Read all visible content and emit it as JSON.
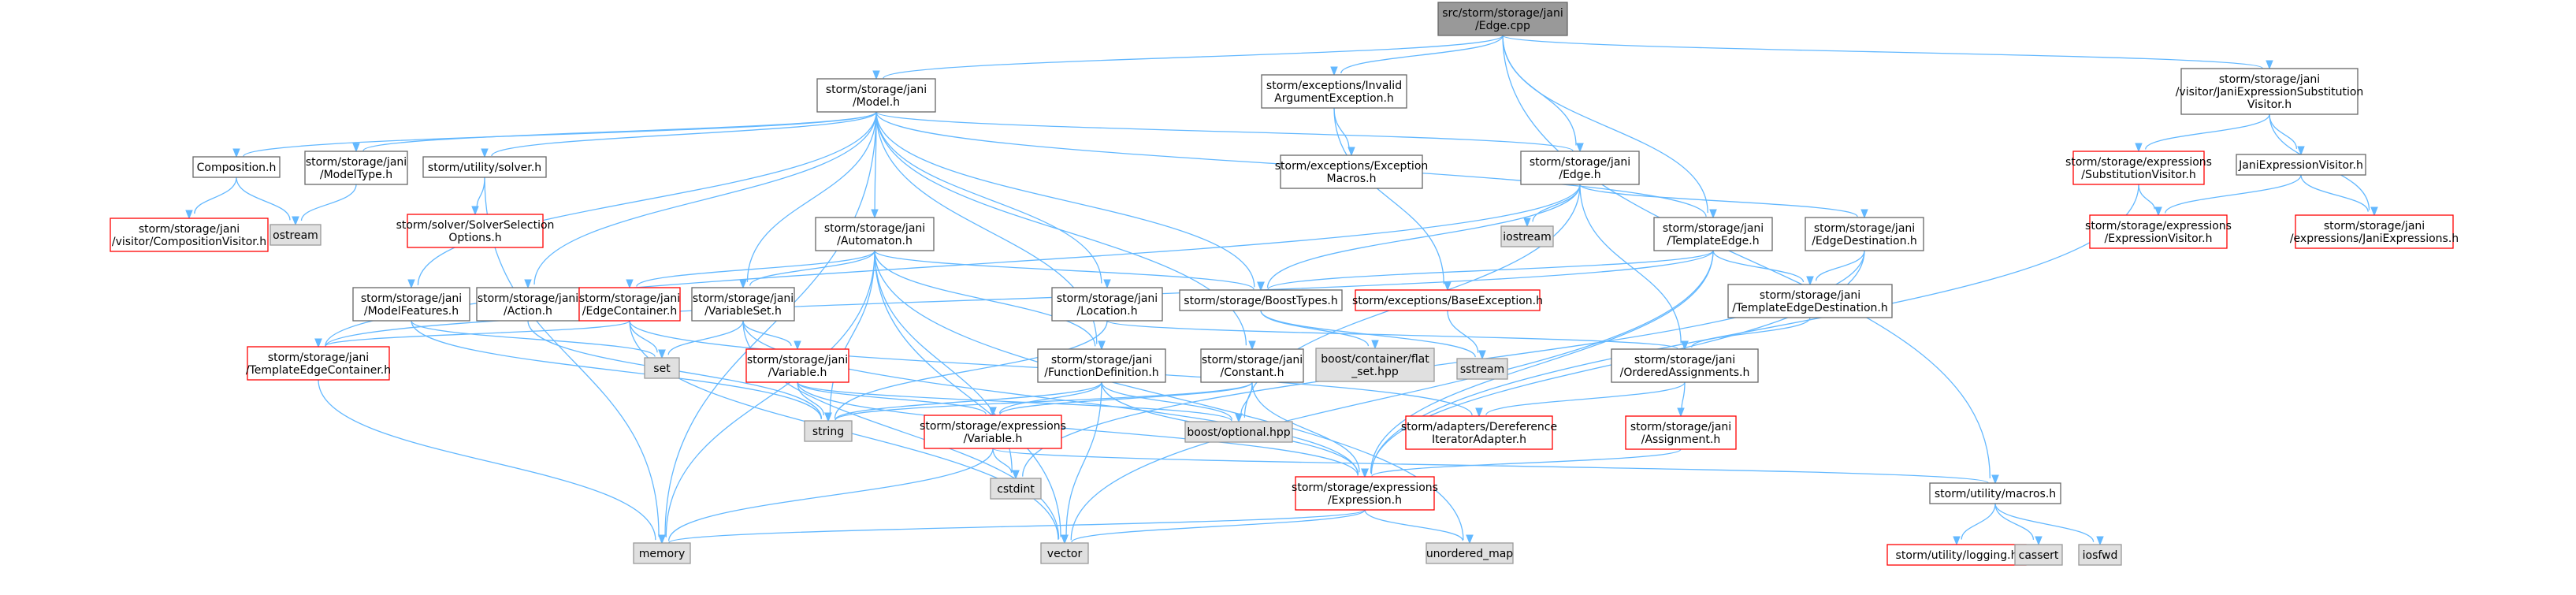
{
  "graph": {
    "colors": {
      "edge": "#63b8ff",
      "node_border": "#666666",
      "node_fill": "#ffffff",
      "root_fill": "#999999",
      "root_border": "#666666",
      "system_fill": "#e0e0e0",
      "system_border": "#999999",
      "truncated_border": "#ff0000"
    },
    "nodes": [
      {
        "id": "edge_cpp",
        "lines": [
          "src/storm/storage/jani",
          "/Edge.cpp"
        ],
        "kind": "root"
      },
      {
        "id": "model_h",
        "lines": [
          "storm/storage/jani",
          "/Model.h"
        ],
        "kind": "normal"
      },
      {
        "id": "invalidarg_h",
        "lines": [
          "storm/exceptions/Invalid",
          "ArgumentException.h"
        ],
        "kind": "normal"
      },
      {
        "id": "janisubst_h",
        "lines": [
          "storm/storage/jani",
          "/visitor/JaniExpressionSubstitution",
          "Visitor.h"
        ],
        "kind": "normal"
      },
      {
        "id": "composition_h",
        "lines": [
          "Composition.h"
        ],
        "kind": "normal"
      },
      {
        "id": "modeltype_h",
        "lines": [
          "storm/storage/jani",
          "/ModelType.h"
        ],
        "kind": "normal"
      },
      {
        "id": "solver_h",
        "lines": [
          "storm/utility/solver.h"
        ],
        "kind": "normal"
      },
      {
        "id": "jedge_h",
        "lines": [
          "storm/storage/jani",
          "/Edge.h"
        ],
        "kind": "normal"
      },
      {
        "id": "excmacros_h",
        "lines": [
          "storm/exceptions/Exception",
          "Macros.h"
        ],
        "kind": "normal"
      },
      {
        "id": "substvisitor_h",
        "lines": [
          "storm/storage/expressions",
          "/SubstitutionVisitor.h"
        ],
        "kind": "truncated"
      },
      {
        "id": "janiexprvisitor_h",
        "lines": [
          "JaniExpressionVisitor.h"
        ],
        "kind": "normal"
      },
      {
        "id": "compvisitor_h",
        "lines": [
          "storm/storage/jani",
          "/visitor/CompositionVisitor.h"
        ],
        "kind": "truncated"
      },
      {
        "id": "ostream",
        "lines": [
          "ostream"
        ],
        "kind": "system"
      },
      {
        "id": "solversel_h",
        "lines": [
          "storm/solver/SolverSelection",
          "Options.h"
        ],
        "kind": "truncated"
      },
      {
        "id": "automaton_h",
        "lines": [
          "storm/storage/jani",
          "/Automaton.h"
        ],
        "kind": "normal"
      },
      {
        "id": "iostream",
        "lines": [
          "iostream"
        ],
        "kind": "system"
      },
      {
        "id": "templateedge_h",
        "lines": [
          "storm/storage/jani",
          "/TemplateEdge.h"
        ],
        "kind": "normal"
      },
      {
        "id": "edgedest_h",
        "lines": [
          "storm/storage/jani",
          "/EdgeDestination.h"
        ],
        "kind": "normal"
      },
      {
        "id": "exprvisitor_h",
        "lines": [
          "storm/storage/expressions",
          "/ExpressionVisitor.h"
        ],
        "kind": "truncated"
      },
      {
        "id": "janiexprs_h",
        "lines": [
          "storm/storage/jani",
          "/expressions/JaniExpressions.h"
        ],
        "kind": "truncated"
      },
      {
        "id": "modelfeatures_h",
        "lines": [
          "storm/storage/jani",
          "/ModelFeatures.h"
        ],
        "kind": "normal"
      },
      {
        "id": "action_h",
        "lines": [
          "storm/storage/jani",
          "/Action.h"
        ],
        "kind": "normal"
      },
      {
        "id": "edgecontainer_h",
        "lines": [
          "storm/storage/jani",
          "/EdgeContainer.h"
        ],
        "kind": "truncated"
      },
      {
        "id": "variableset_h",
        "lines": [
          "storm/storage/jani",
          "/VariableSet.h"
        ],
        "kind": "normal"
      },
      {
        "id": "location_h",
        "lines": [
          "storm/storage/jani",
          "/Location.h"
        ],
        "kind": "normal"
      },
      {
        "id": "boosttypes_h",
        "lines": [
          "storm/storage/BoostTypes.h"
        ],
        "kind": "normal"
      },
      {
        "id": "baseexc_h",
        "lines": [
          "storm/exceptions/BaseException.h"
        ],
        "kind": "truncated"
      },
      {
        "id": "templatedest_h",
        "lines": [
          "storm/storage/jani",
          "/TemplateEdgeDestination.h"
        ],
        "kind": "normal"
      },
      {
        "id": "templatecontainer_h",
        "lines": [
          "storm/storage/jani",
          "/TemplateEdgeContainer.h"
        ],
        "kind": "truncated"
      },
      {
        "id": "set",
        "lines": [
          "set"
        ],
        "kind": "system"
      },
      {
        "id": "variable_h",
        "lines": [
          "storm/storage/jani",
          "/Variable.h"
        ],
        "kind": "truncated"
      },
      {
        "id": "funcdef_h",
        "lines": [
          "storm/storage/jani",
          "/FunctionDefinition.h"
        ],
        "kind": "normal"
      },
      {
        "id": "constant_h",
        "lines": [
          "storm/storage/jani",
          "/Constant.h"
        ],
        "kind": "normal"
      },
      {
        "id": "flatset",
        "lines": [
          "boost/container/flat",
          "_set.hpp"
        ],
        "kind": "system"
      },
      {
        "id": "sstream",
        "lines": [
          "sstream"
        ],
        "kind": "system"
      },
      {
        "id": "orderedassign_h",
        "lines": [
          "storm/storage/jani",
          "/OrderedAssignments.h"
        ],
        "kind": "normal"
      },
      {
        "id": "string",
        "lines": [
          "string"
        ],
        "kind": "system"
      },
      {
        "id": "optional",
        "lines": [
          "boost/optional.hpp"
        ],
        "kind": "system"
      },
      {
        "id": "exprvariable_h",
        "lines": [
          "storm/storage/expressions",
          "/Variable.h"
        ],
        "kind": "truncated"
      },
      {
        "id": "derefadapter_h",
        "lines": [
          "storm/adapters/Dereference",
          "IteratorAdapter.h"
        ],
        "kind": "truncated"
      },
      {
        "id": "assignment_h",
        "lines": [
          "storm/storage/jani",
          "/Assignment.h"
        ],
        "kind": "truncated"
      },
      {
        "id": "cstdint",
        "lines": [
          "cstdint"
        ],
        "kind": "system"
      },
      {
        "id": "expression_h",
        "lines": [
          "storm/storage/expressions",
          "/Expression.h"
        ],
        "kind": "truncated"
      },
      {
        "id": "macros_h",
        "lines": [
          "storm/utility/macros.h"
        ],
        "kind": "normal"
      },
      {
        "id": "memory",
        "lines": [
          "memory"
        ],
        "kind": "system"
      },
      {
        "id": "vector",
        "lines": [
          "vector"
        ],
        "kind": "system"
      },
      {
        "id": "unordered_map",
        "lines": [
          "unordered_map"
        ],
        "kind": "system"
      },
      {
        "id": "logging_h",
        "lines": [
          "storm/utility/logging.h"
        ],
        "kind": "truncated"
      },
      {
        "id": "cassert",
        "lines": [
          "cassert"
        ],
        "kind": "system"
      },
      {
        "id": "iosfwd",
        "lines": [
          "iosfwd"
        ],
        "kind": "system"
      }
    ],
    "edges": [
      [
        "edge_cpp",
        "model_h"
      ],
      [
        "edge_cpp",
        "invalidarg_h"
      ],
      [
        "edge_cpp",
        "janisubst_h"
      ],
      [
        "edge_cpp",
        "jedge_h"
      ],
      [
        "edge_cpp",
        "templateedge_h"
      ],
      [
        "edge_cpp",
        "macros_h"
      ],
      [
        "model_h",
        "composition_h"
      ],
      [
        "model_h",
        "modeltype_h"
      ],
      [
        "model_h",
        "solver_h"
      ],
      [
        "model_h",
        "jedge_h"
      ],
      [
        "model_h",
        "automaton_h"
      ],
      [
        "model_h",
        "modelfeatures_h"
      ],
      [
        "model_h",
        "action_h"
      ],
      [
        "model_h",
        "variableset_h"
      ],
      [
        "model_h",
        "location_h"
      ],
      [
        "model_h",
        "boosttypes_h"
      ],
      [
        "model_h",
        "funcdef_h"
      ],
      [
        "model_h",
        "constant_h"
      ],
      [
        "model_h",
        "templateedge_h"
      ],
      [
        "model_h",
        "memory"
      ],
      [
        "invalidarg_h",
        "excmacros_h"
      ],
      [
        "invalidarg_h",
        "baseexc_h"
      ],
      [
        "janisubst_h",
        "substvisitor_h"
      ],
      [
        "janisubst_h",
        "janiexprvisitor_h"
      ],
      [
        "janisubst_h",
        "janiexprs_h"
      ],
      [
        "composition_h",
        "compvisitor_h"
      ],
      [
        "composition_h",
        "ostream"
      ],
      [
        "modeltype_h",
        "ostream"
      ],
      [
        "solver_h",
        "solversel_h"
      ],
      [
        "solver_h",
        "memory"
      ],
      [
        "jedge_h",
        "iostream"
      ],
      [
        "jedge_h",
        "templatecontainer_h"
      ],
      [
        "jedge_h",
        "edgedest_h"
      ],
      [
        "jedge_h",
        "boosttypes_h"
      ],
      [
        "jedge_h",
        "orderedassign_h"
      ],
      [
        "jedge_h",
        "optional"
      ],
      [
        "substvisitor_h",
        "exprvisitor_h"
      ],
      [
        "substvisitor_h",
        "expression_h"
      ],
      [
        "janiexprvisitor_h",
        "exprvisitor_h"
      ],
      [
        "janiexprvisitor_h",
        "janiexprs_h"
      ],
      [
        "automaton_h",
        "edgecontainer_h"
      ],
      [
        "automaton_h",
        "variableset_h"
      ],
      [
        "automaton_h",
        "boosttypes_h"
      ],
      [
        "automaton_h",
        "funcdef_h"
      ],
      [
        "automaton_h",
        "string"
      ],
      [
        "automaton_h",
        "memory"
      ],
      [
        "automaton_h",
        "vector"
      ],
      [
        "automaton_h",
        "cstdint"
      ],
      [
        "automaton_h",
        "unordered_map"
      ],
      [
        "templateedge_h",
        "templatedest_h"
      ],
      [
        "templateedge_h",
        "boosttypes_h"
      ],
      [
        "templateedge_h",
        "templatecontainer_h"
      ],
      [
        "templateedge_h",
        "expression_h"
      ],
      [
        "templateedge_h",
        "vector"
      ],
      [
        "edgedest_h",
        "templatedest_h"
      ],
      [
        "edgedest_h",
        "expression_h"
      ],
      [
        "edgedest_h",
        "cstdint"
      ],
      [
        "modelfeatures_h",
        "set"
      ],
      [
        "modelfeatures_h",
        "string"
      ],
      [
        "action_h",
        "string"
      ],
      [
        "edgecontainer_h",
        "templatecontainer_h"
      ],
      [
        "edgecontainer_h",
        "set"
      ],
      [
        "edgecontainer_h",
        "vector"
      ],
      [
        "edgecontainer_h",
        "derefadapter_h"
      ],
      [
        "variableset_h",
        "variable_h"
      ],
      [
        "variableset_h",
        "set"
      ],
      [
        "variableset_h",
        "vector"
      ],
      [
        "variableset_h",
        "expression_h"
      ],
      [
        "location_h",
        "orderedassign_h"
      ],
      [
        "location_h",
        "string"
      ],
      [
        "boosttypes_h",
        "flatset"
      ],
      [
        "boosttypes_h",
        "sstream"
      ],
      [
        "baseexc_h",
        "sstream"
      ],
      [
        "templatedest_h",
        "orderedassign_h"
      ],
      [
        "templatecontainer_h",
        "memory"
      ],
      [
        "variable_h",
        "exprvariable_h"
      ],
      [
        "variable_h",
        "string"
      ],
      [
        "variable_h",
        "optional"
      ],
      [
        "variable_h",
        "expression_h"
      ],
      [
        "funcdef_h",
        "string"
      ],
      [
        "funcdef_h",
        "optional"
      ],
      [
        "funcdef_h",
        "exprvariable_h"
      ],
      [
        "funcdef_h",
        "expression_h"
      ],
      [
        "funcdef_h",
        "vector"
      ],
      [
        "constant_h",
        "string"
      ],
      [
        "constant_h",
        "optional"
      ],
      [
        "constant_h",
        "exprvariable_h"
      ],
      [
        "constant_h",
        "expression_h"
      ],
      [
        "orderedassign_h",
        "derefadapter_h"
      ],
      [
        "orderedassign_h",
        "assignment_h"
      ],
      [
        "exprvariable_h",
        "memory"
      ],
      [
        "exprvariable_h",
        "cstdint"
      ],
      [
        "exprvariable_h",
        "macros_h"
      ],
      [
        "assignment_h",
        "expression_h"
      ],
      [
        "expression_h",
        "memory"
      ],
      [
        "expression_h",
        "vector"
      ],
      [
        "expression_h",
        "unordered_map"
      ],
      [
        "macros_h",
        "logging_h"
      ],
      [
        "macros_h",
        "cassert"
      ],
      [
        "macros_h",
        "iosfwd"
      ]
    ]
  }
}
